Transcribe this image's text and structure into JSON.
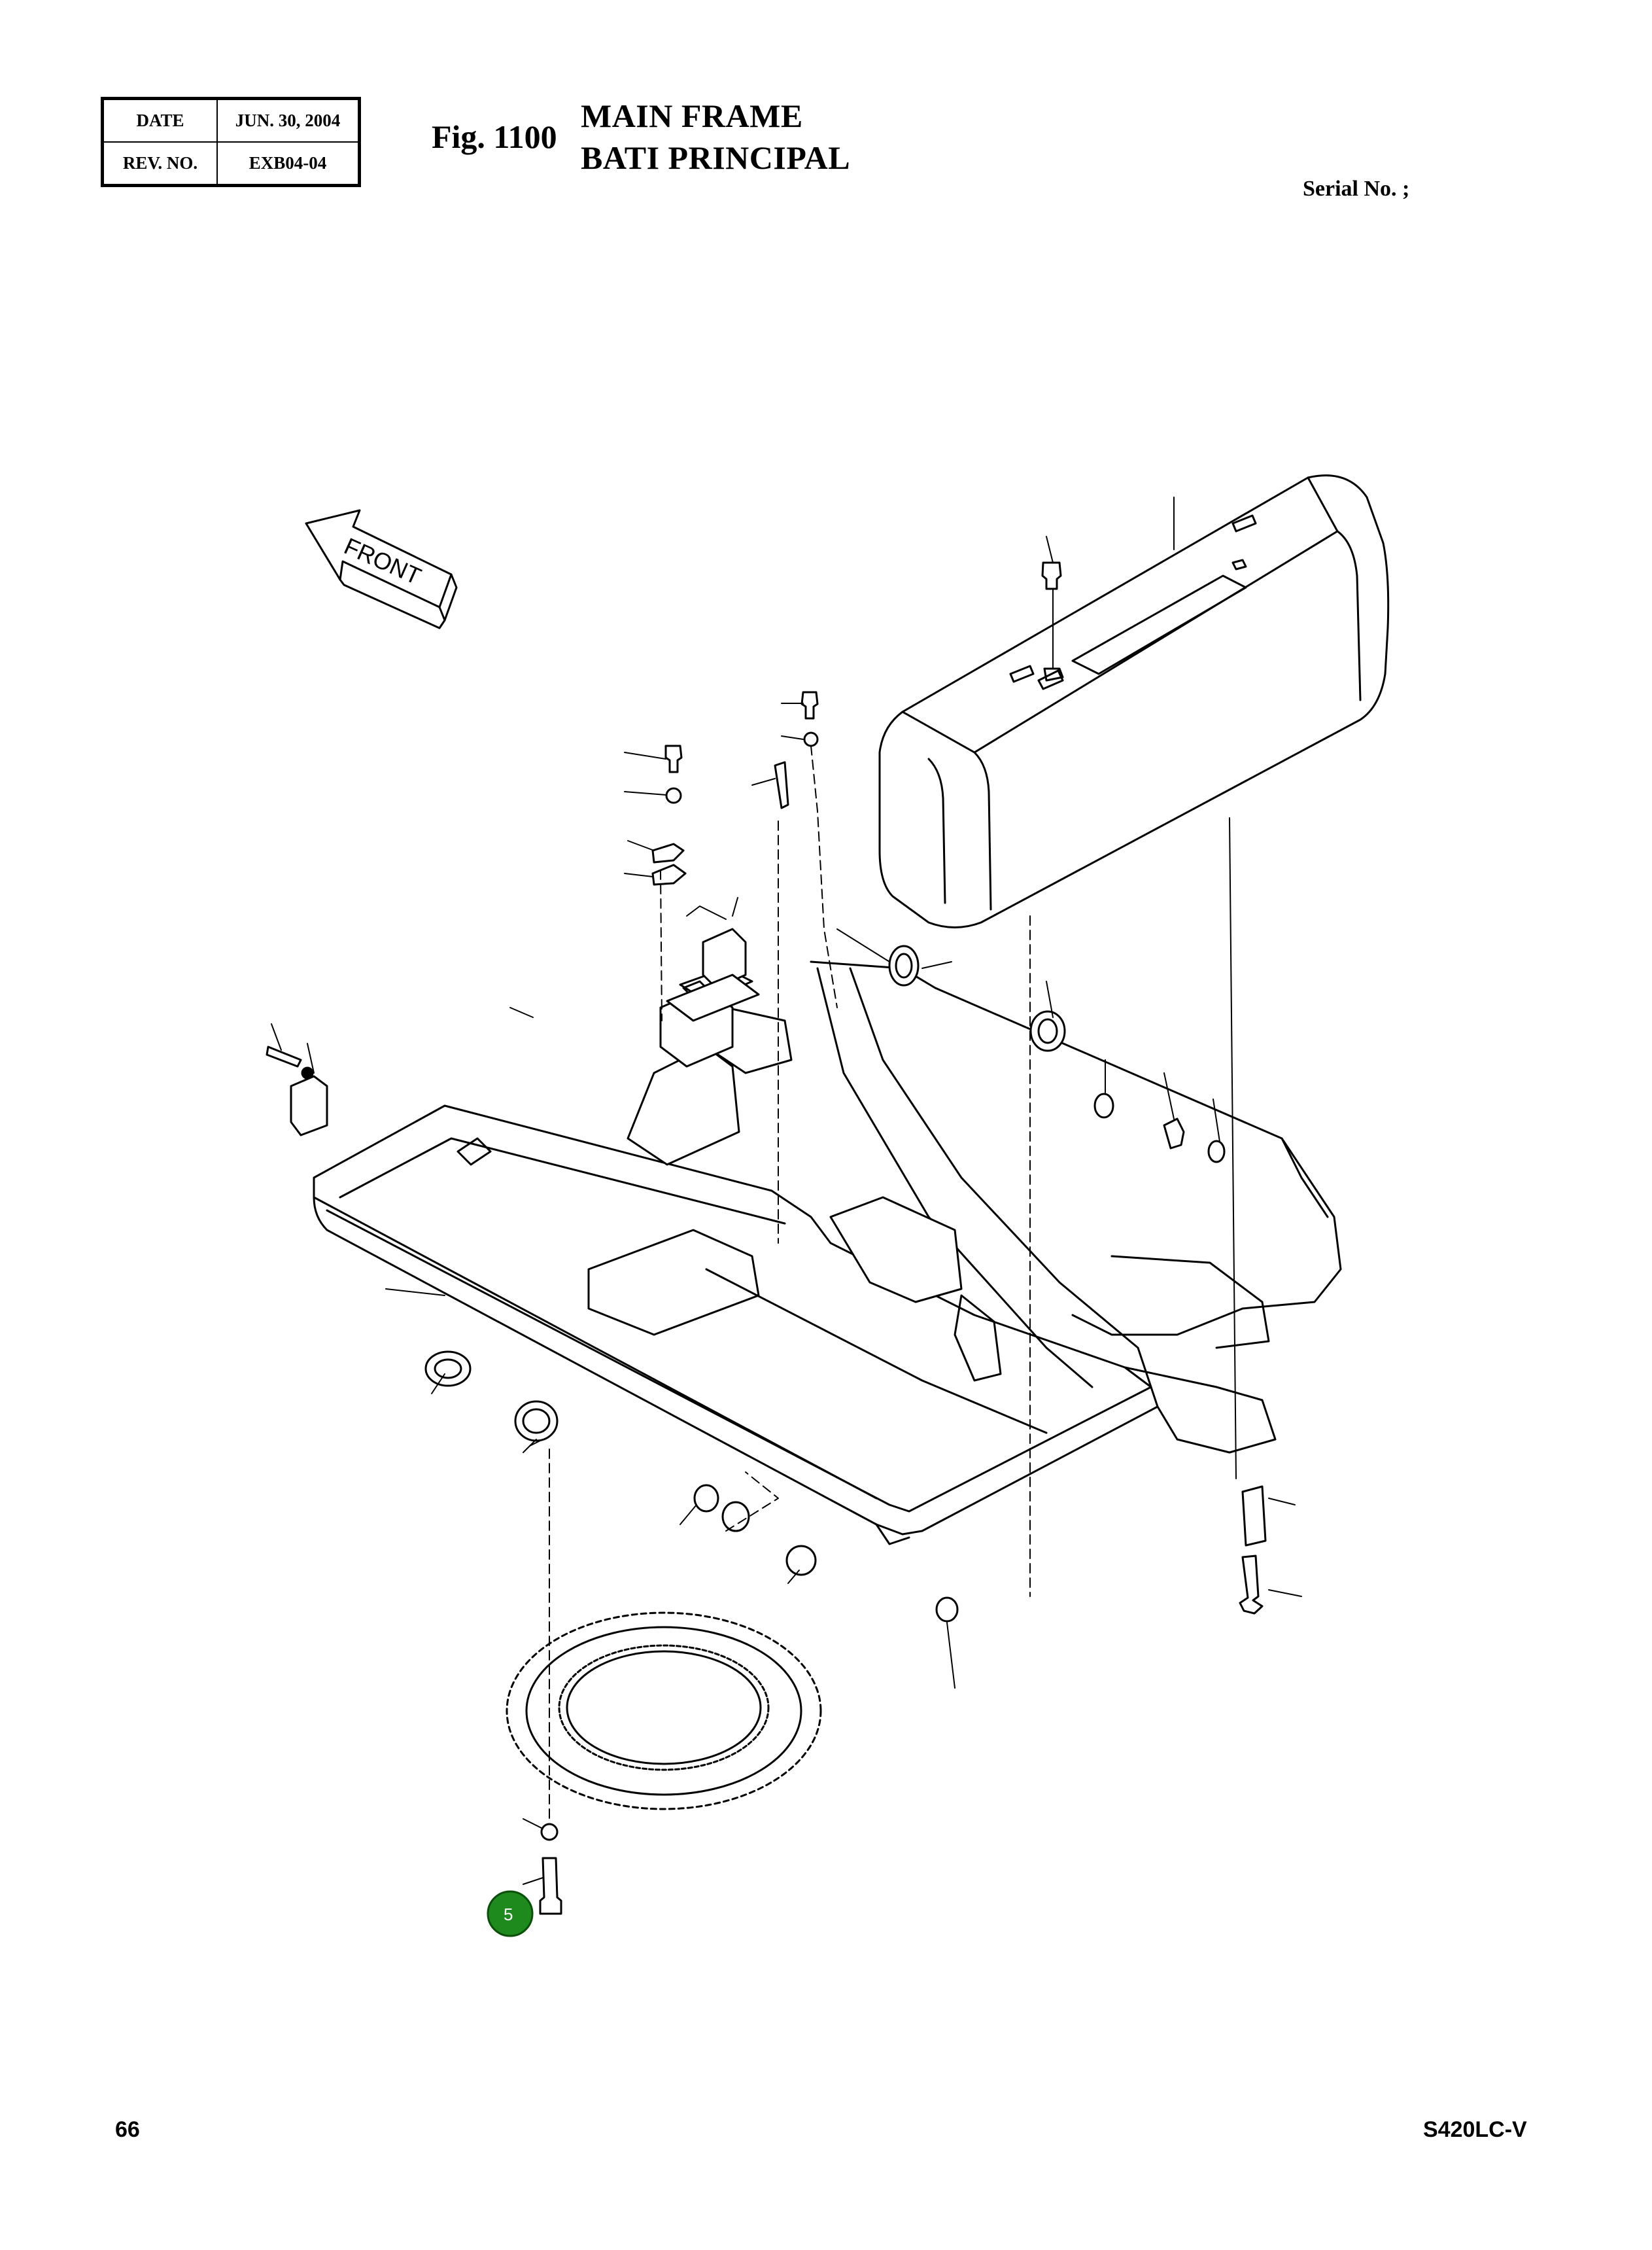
{
  "header": {
    "date_label": "DATE",
    "date_value": "JUN. 30, 2004",
    "rev_label": "REV. NO.",
    "rev_value": "EXB04-04",
    "fig_number": "Fig. 1100",
    "title_en": "MAIN FRAME",
    "title_fr": "BATI PRINCIPAL",
    "serial_label": "Serial No. ;"
  },
  "drawing": {
    "front_arrow_label": "FRONT",
    "callout": {
      "label": "5",
      "color": "#1e8a1e"
    }
  },
  "footer": {
    "page_number": "66",
    "model": "S420LC-V"
  }
}
